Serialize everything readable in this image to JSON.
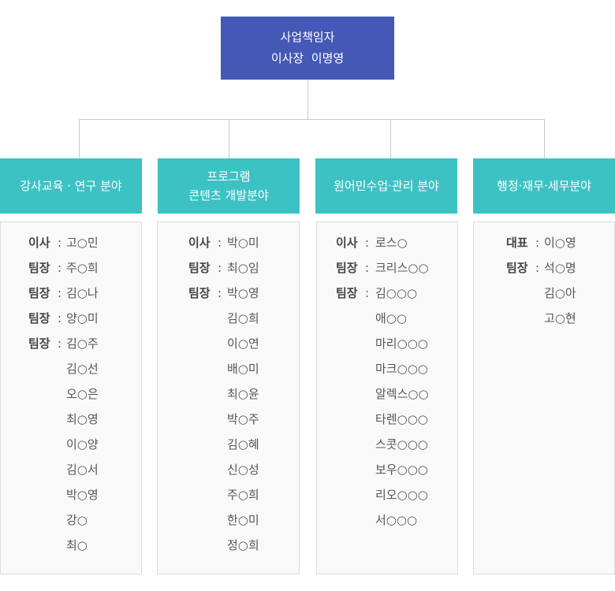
{
  "head": {
    "line1": "사업책임자",
    "line2": "이사장  이명영"
  },
  "departments": [
    {
      "title_lines": [
        "강사교육 · 연구 분야"
      ],
      "members": [
        {
          "role": "이사",
          "name": "고○민"
        },
        {
          "role": "팀장",
          "name": "주○희"
        },
        {
          "role": "팀장",
          "name": "김○나"
        },
        {
          "role": "팀장",
          "name": "양○미"
        },
        {
          "role": "팀장",
          "name": "김○주"
        },
        {
          "role": "",
          "name": "김○선"
        },
        {
          "role": "",
          "name": "오○은"
        },
        {
          "role": "",
          "name": "최○영"
        },
        {
          "role": "",
          "name": "이○양"
        },
        {
          "role": "",
          "name": "김○서"
        },
        {
          "role": "",
          "name": "박○영"
        },
        {
          "role": "",
          "name": "강○"
        },
        {
          "role": "",
          "name": "최○"
        }
      ]
    },
    {
      "title_lines": [
        "프로그램",
        "콘텐츠 개발분야"
      ],
      "members": [
        {
          "role": "이사",
          "name": "박○미"
        },
        {
          "role": "팀장",
          "name": "최○임"
        },
        {
          "role": "팀장",
          "name": "박○영"
        },
        {
          "role": "",
          "name": "김○희"
        },
        {
          "role": "",
          "name": "이○연"
        },
        {
          "role": "",
          "name": "배○미"
        },
        {
          "role": "",
          "name": "최○윤"
        },
        {
          "role": "",
          "name": "박○주"
        },
        {
          "role": "",
          "name": "김○혜"
        },
        {
          "role": "",
          "name": "신○성"
        },
        {
          "role": "",
          "name": "주○희"
        },
        {
          "role": "",
          "name": "한○미"
        },
        {
          "role": "",
          "name": "정○희"
        }
      ]
    },
    {
      "title_lines": [
        "원어민수업·관리 분야"
      ],
      "members": [
        {
          "role": "이사",
          "name": "로스○"
        },
        {
          "role": "팀장",
          "name": "크리스○○"
        },
        {
          "role": "팀장",
          "name": "김○○○"
        },
        {
          "role": "",
          "name": "애○○"
        },
        {
          "role": "",
          "name": "마리○○○"
        },
        {
          "role": "",
          "name": "마크○○○"
        },
        {
          "role": "",
          "name": "알렉스○○"
        },
        {
          "role": "",
          "name": "타렌○○○"
        },
        {
          "role": "",
          "name": "스콧○○○"
        },
        {
          "role": "",
          "name": "보우○○○"
        },
        {
          "role": "",
          "name": "리오○○○"
        },
        {
          "role": "",
          "name": "서○○○"
        }
      ]
    },
    {
      "title_lines": [
        "행정·재무·세무분야"
      ],
      "members": [
        {
          "role": "대표",
          "name": "이○영"
        },
        {
          "role": "팀장",
          "name": "석○명"
        },
        {
          "role": "",
          "name": "김○아"
        },
        {
          "role": "",
          "name": "고○현"
        }
      ]
    }
  ],
  "colon": ":",
  "colors": {
    "head": "#4458b5",
    "department": "#3dc2c4",
    "line": "#c8c8c8"
  }
}
